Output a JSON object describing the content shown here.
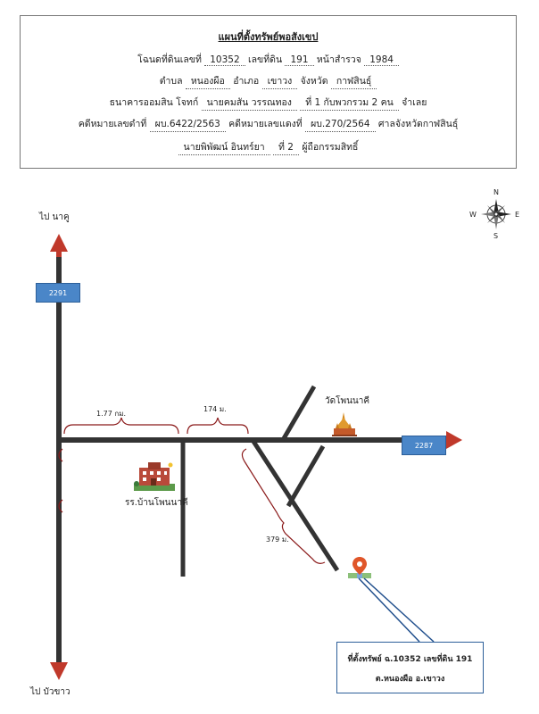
{
  "header": {
    "title": "แผนที่ตั้งทรัพย์พอสังเขป",
    "line1": {
      "prefix": "โฉนดที่ดินเลขที่",
      "deed_no": "10352",
      "land_no_label": "เลขที่ดิน",
      "land_no": "191",
      "survey_label": "หน้าสำรวจ",
      "survey_no": "1984"
    },
    "line2": {
      "tambon_label": "ตำบล",
      "tambon": "หนองผือ",
      "amphoe_label": "อำเภอ",
      "amphoe": "เขาวง",
      "province_label": "จังหวัด",
      "province": "กาฬสินธุ์"
    },
    "line3": {
      "plaintiff_label": "ธนาคารออมสิน โจทก์",
      "defendant": "นายคมสัน วรรณทอง",
      "rest": "ที่ 1 กับพวกรวม 2 คน",
      "suffix": "จำเลย"
    },
    "line4": {
      "black_label": "คดีหมายเลขดำที่",
      "black_no": "ผบ.6422/2563",
      "red_label": "คดีหมายเลขแดงที่",
      "red_no": "ผบ.270/2564",
      "court": "ศาลจังหวัดกาฬสินธุ์"
    },
    "line5": {
      "owner": "นายพิพัฒน์ อินทร์ยา",
      "owner_no": "ที่ 2",
      "owner_label": "ผู้ถือกรรมสิทธิ์"
    }
  },
  "map": {
    "labels": {
      "to_north": "ไป นาคู",
      "to_south": "ไป บัวขาว",
      "route_2291": "2291",
      "route_2287": "2287",
      "dist_1": "1.77 กม.",
      "dist_2": "174 ม.",
      "dist_3": "379 ม.",
      "temple": "วัดโพนนาคี",
      "school": "รร.บ้านโพนนาคี"
    },
    "compass": {
      "n": "N",
      "s": "S",
      "e": "E",
      "w": "W"
    },
    "colors": {
      "road": "#333333",
      "arrow": "#c0392b",
      "bracket": "#8b1a1a",
      "route_box": "#4a86c8",
      "pointer": "#1f4e8c"
    },
    "icons": [
      "compass-rose-icon",
      "temple-icon",
      "school-icon",
      "location-pin-icon"
    ]
  },
  "info": {
    "line1": "ที่ตั้งทรัพย์ ฉ.10352 เลขที่ดิน 191",
    "line2": "ต.หนองผือ อ.เขาวง"
  }
}
